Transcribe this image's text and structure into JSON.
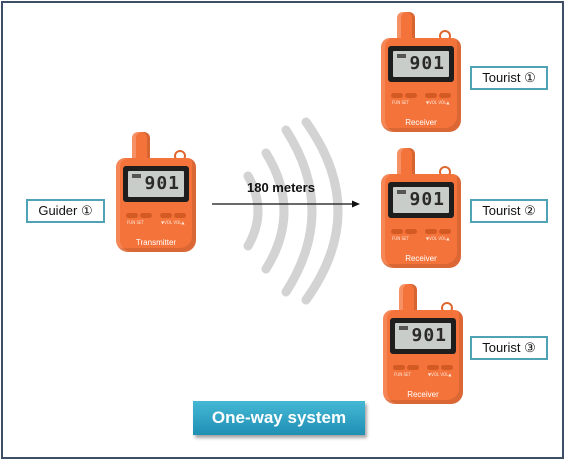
{
  "transmitter": {
    "display": "901",
    "label": "Transmitter",
    "btn_left": "FUN SET",
    "btn_right": "▼VOL VOL▲"
  },
  "receivers": [
    {
      "display": "901",
      "label": "Receiver",
      "btn_left": "FUN SET",
      "btn_right": "▼VOL VOL▲"
    },
    {
      "display": "901",
      "label": "Receiver",
      "btn_left": "FUN SET",
      "btn_right": "▼VOL VOL▲"
    },
    {
      "display": "901",
      "label": "Receiver",
      "btn_left": "FUN SET",
      "btn_right": "▼VOL VOL▲"
    }
  ],
  "guider_tag": "Guider ①",
  "tourist_tags": [
    "Tourist ①",
    "Tourist ②",
    "Tourist ③"
  ],
  "distance_label": "180 meters",
  "system_label": "One-way system",
  "colors": {
    "device": "#f4733a",
    "tag_border": "#4fa3b4",
    "banner": "#2ba3c6",
    "waves": "#d3d3d3",
    "frame": "#3d4f66"
  }
}
